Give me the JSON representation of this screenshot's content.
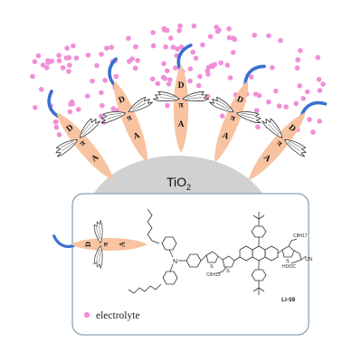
{
  "colors": {
    "dot": "#f08fd8",
    "body": "#f7c3a1",
    "tail": "#3a6fd0",
    "wing_stroke": "#333333",
    "tio2": "#d1d1d1",
    "frame": "#8aa4b8",
    "bond": "#333333"
  },
  "dye": {
    "donor": "D",
    "bridge": "π",
    "acceptor": "A"
  },
  "substrate_label": {
    "main": "TiO",
    "sub": "2"
  },
  "legend": {
    "electrolyte_label": "electrolyte"
  },
  "molecule": {
    "name": "LI-59",
    "alkyl_top": "C8H17",
    "alkyl_left": "C6H13",
    "acid": "HOOC",
    "cyano": "CN",
    "sulfur": "S",
    "nitrogen": "N"
  }
}
